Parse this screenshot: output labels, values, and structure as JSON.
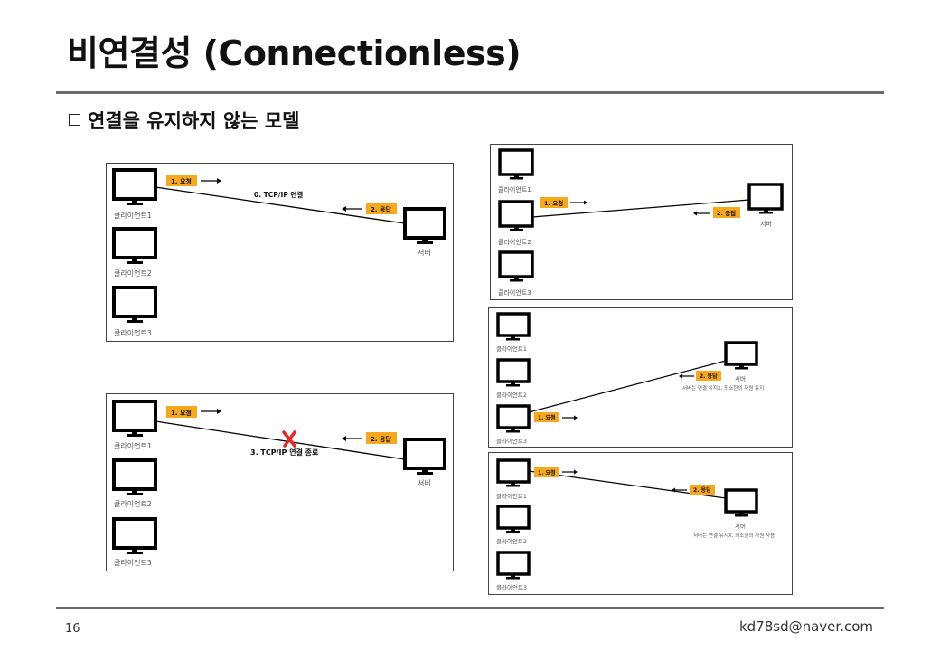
{
  "title": "비연결성 (Connectionless)",
  "subtitle": "연결을 유지하지 않는 모델",
  "footer": {
    "page": "16",
    "email": "kd78sd@naver.com"
  },
  "labels": {
    "client1": "클라이언트1",
    "client2": "클라이언트2",
    "client3": "클라이언트3",
    "server": "서버",
    "request": "1. 요청",
    "response": "2. 응답",
    "connect": "0. TCP/IP 연결",
    "close": "3. TCP/IP 연결 종료",
    "keep_note": "서버는 연결 유지X, 최소한의 자원 유지",
    "use_note": "서버는 연결 유지X, 최소한의 자원 사용"
  },
  "colors": {
    "tag": "#f7a81b",
    "x_mark": "#e8281f",
    "rule": "#6b6b6b"
  }
}
